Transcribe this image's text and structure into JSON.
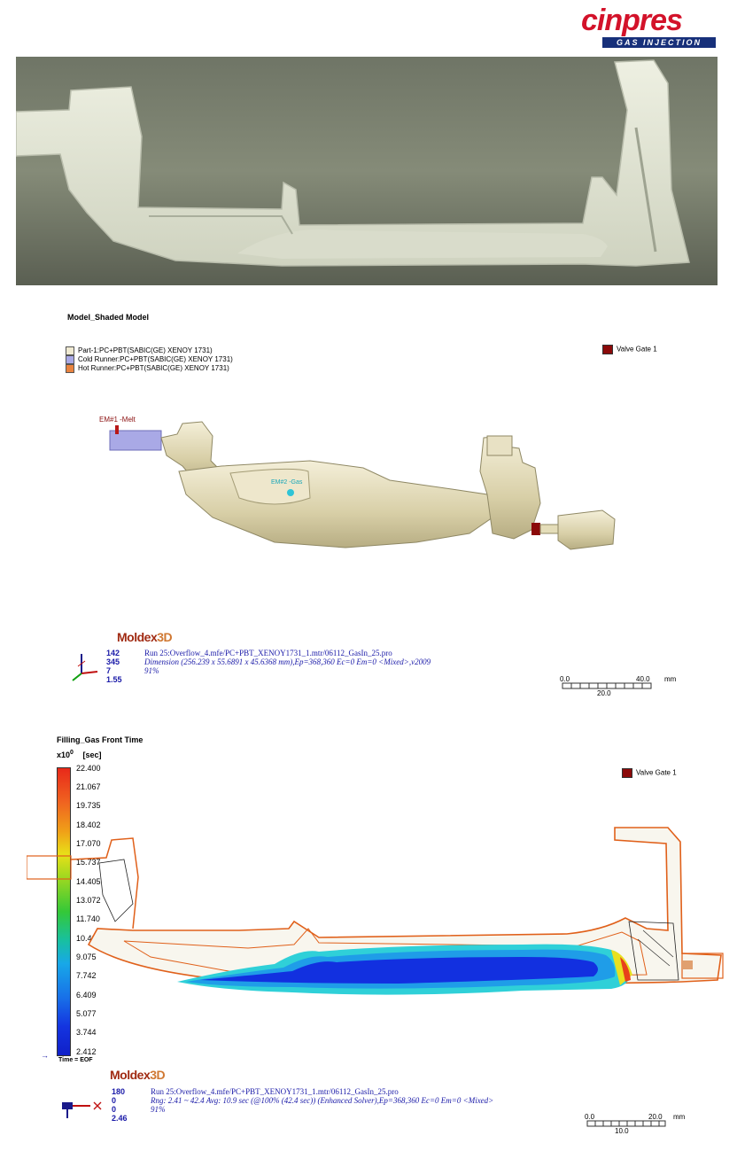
{
  "logo": {
    "word": "cinpres",
    "tagline": "GAS INJECTION"
  },
  "section1": {
    "title": "Model_Shaded Model",
    "legend": [
      {
        "label": "Part-1:PC+PBT(SABIC(GE) XENOY 1731)",
        "color": "#f0ead2"
      },
      {
        "label": "Cold Runner:PC+PBT(SABIC(GE) XENOY 1731)",
        "color": "#a9a9e6"
      },
      {
        "label": "Hot Runner:PC+PBT(SABIC(GE) XENOY 1731)",
        "color": "#e9833f"
      }
    ],
    "valve_gate": "Valve Gate 1",
    "valve_color": "#8b0a0a",
    "em1": "EM#1 -Melt",
    "em2": "EM#2 -Gas",
    "brand_a": "Moldex",
    "brand_b": "3D",
    "nums": [
      "142",
      "345",
      "7",
      "1.55"
    ],
    "line1": "Run 25:Overflow_4.mfe/PC+PBT_XENOY1731_1.mtr/06112_GasIn_25.pro",
    "line2": "Dimension (256.239 x 55.6891 x 45.6368 mm),Ep=368,360 Ec=0 Em=0  <Mixed>,v2009",
    "line3": "91%",
    "scale": {
      "left": "0.0",
      "right": "40.0",
      "mid": "20.0",
      "unit": "mm"
    }
  },
  "section2": {
    "title": "Filling_Gas Front Time",
    "exp_prefix": "x10",
    "exp_val": "0",
    "unit": "[sec]",
    "ticks": [
      "22.400",
      "21.067",
      "19.735",
      "18.402",
      "17.070",
      "15.737",
      "14.405",
      "13.072",
      "11.740",
      "10.407",
      "9.075",
      "7.742",
      "6.409",
      "5.077",
      "3.744",
      "2.412"
    ],
    "time_label": "Time = EOF",
    "valve_gate": "Valve Gate 1",
    "brand_a": "Moldex",
    "brand_b": "3D",
    "nums": [
      "180",
      "0",
      "0",
      "2.46"
    ],
    "line1": "Run 25:Overflow_4.mfe/PC+PBT_XENOY1731_1.mtr/06112_GasIn_25.pro",
    "line2": "Rng: 2.41 ~ 42.4  Avg: 10.9 sec  (@100% (42.4 sec)) (Enhanced Solver),Ep=368,360 Ec=0 Em=0  <Mixed>",
    "line3": "91%",
    "scale": {
      "left": "0.0",
      "right": "20.0",
      "mid": "10.0",
      "unit": "mm"
    }
  }
}
